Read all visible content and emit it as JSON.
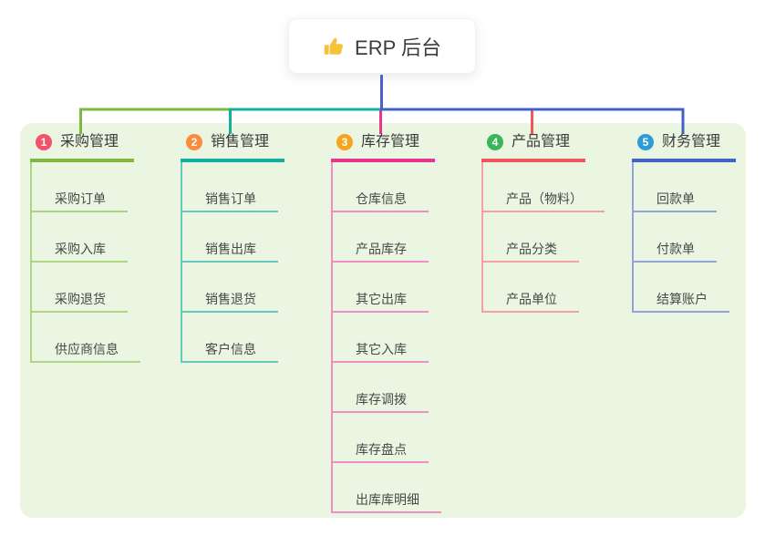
{
  "root": {
    "title": "ERP 后台",
    "icon": "thumbs-up-icon"
  },
  "branches": [
    {
      "number": "1",
      "label": "采购管理",
      "children": [
        "采购订单",
        "采购入库",
        "采购退货",
        "供应商信息"
      ]
    },
    {
      "number": "2",
      "label": "销售管理",
      "children": [
        "销售订单",
        "销售出库",
        "销售退货",
        "客户信息"
      ]
    },
    {
      "number": "3",
      "label": "库存管理",
      "children": [
        "仓库信息",
        "产品库存",
        "其它出库",
        "其它入库",
        "库存调拨",
        "库存盘点",
        "出库库明细"
      ]
    },
    {
      "number": "4",
      "label": "产品管理",
      "children": [
        "产品（物料）",
        "产品分类",
        "产品单位"
      ]
    },
    {
      "number": "5",
      "label": "财务管理",
      "children": [
        "回款单",
        "付款单",
        "结算账户"
      ]
    }
  ],
  "colors": {
    "panel_bg": "#EAF6E1",
    "root_line": "#4B60C8",
    "icon_thumb": "#F5C33B",
    "branches": [
      {
        "main": "#7CB93E",
        "light": "#AFD584",
        "badge": "#F4516C"
      },
      {
        "main": "#12AFA0",
        "light": "#67C8BE",
        "badge": "#FB8C3C"
      },
      {
        "main": "#E8368F",
        "light": "#F28DC3",
        "badge": "#F6A41F"
      },
      {
        "main": "#F0565A",
        "light": "#F5A0A2",
        "badge": "#3CB45A"
      },
      {
        "main": "#4362C4",
        "light": "#93A4DB",
        "badge": "#2C9BD6"
      }
    ]
  }
}
